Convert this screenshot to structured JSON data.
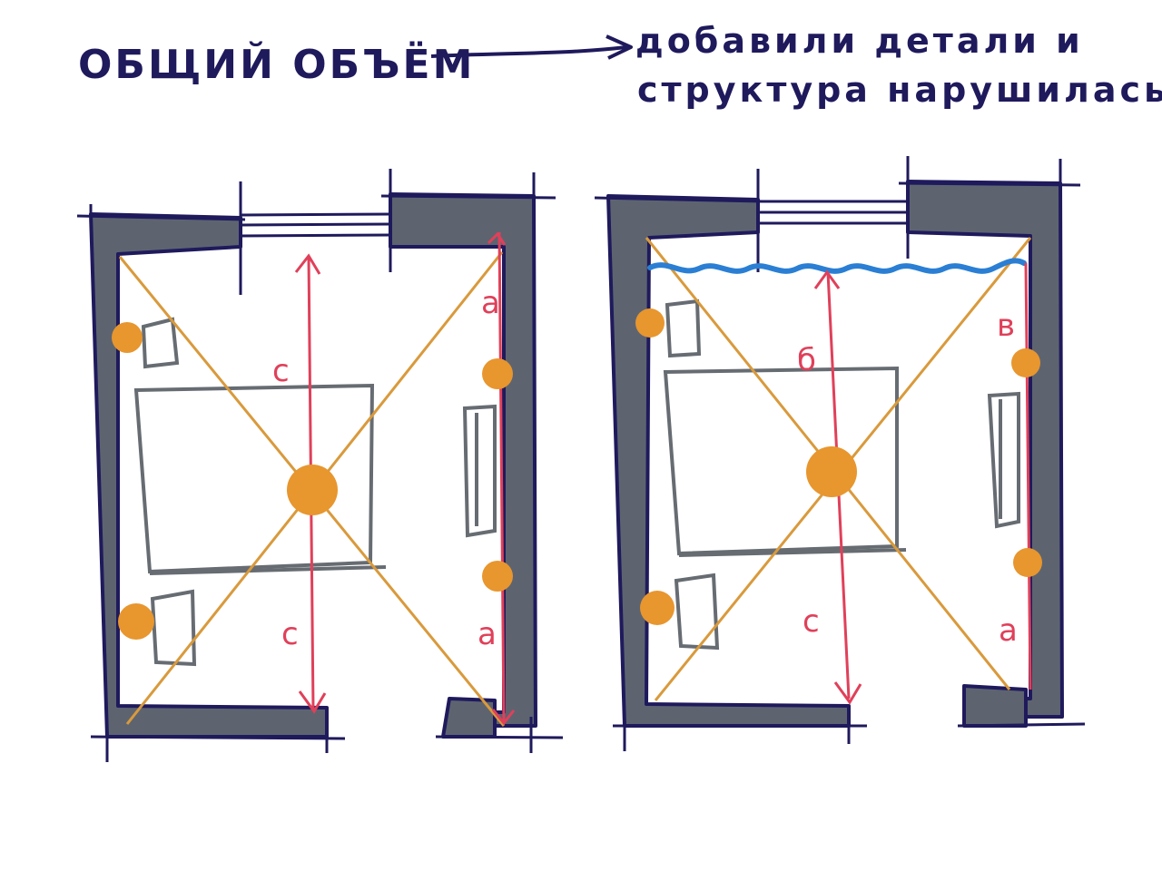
{
  "header": {
    "left_label": "ОБЩИЙ ОБЪЁМ",
    "right_label_line1": "добавили детали и",
    "right_label_line2": "структура нарушилась"
  },
  "left_plan": {
    "top_label": "с",
    "bottom_label": "с",
    "right_upper_label": "а",
    "right_lower_label": "а"
  },
  "right_plan": {
    "top_label": "б",
    "bottom_label": "с",
    "right_upper_label": "в",
    "right_lower_label": "а"
  },
  "colors": {
    "ink": "#1f1a5c",
    "wall": "#5d6470",
    "furniture": "#666c72",
    "axis": "#e0405a",
    "diagonal": "#d99a3c",
    "light": "#e8962e",
    "wave": "#2a7fd4"
  }
}
